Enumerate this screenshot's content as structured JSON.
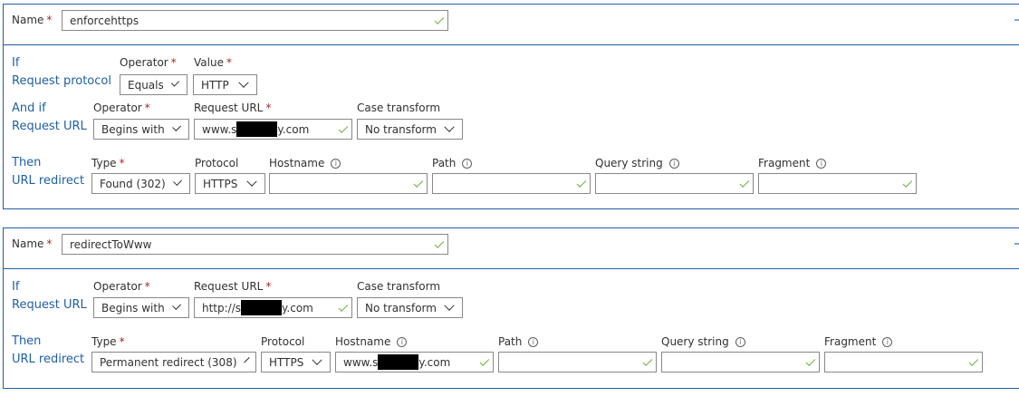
{
  "rules": [
    {
      "name_label": "Name",
      "name_value": "enforcehttps",
      "if": {
        "title": "If",
        "subtitle": "Request protocol",
        "operator_label": "Operator",
        "operator": "Equals",
        "value_label": "Value",
        "value": "HTTP"
      },
      "and_if": {
        "title": "And if",
        "subtitle": "Request URL",
        "operator_label": "Operator",
        "operator": "Begins with",
        "url_label": "Request URL",
        "url_prefix": "www.s",
        "url_suffix": "y.com",
        "case_label": "Case transform",
        "case": "No transform"
      },
      "then": {
        "title": "Then",
        "subtitle": "URL redirect",
        "type_label": "Type",
        "type": "Found (302)",
        "protocol_label": "Protocol",
        "protocol": "HTTPS",
        "hostname_label": "Hostname",
        "path_label": "Path",
        "query_label": "Query string",
        "fragment_label": "Fragment"
      }
    },
    {
      "name_label": "Name",
      "name_value": "redirectToWww",
      "if": {
        "title": "If",
        "subtitle": "Request URL",
        "operator_label": "Operator",
        "operator": "Begins with",
        "url_label": "Request URL",
        "url_prefix": "http://s",
        "url_suffix": "y.com",
        "case_label": "Case transform",
        "case": "No transform"
      },
      "then": {
        "title": "Then",
        "subtitle": "URL redirect",
        "type_label": "Type",
        "type": "Permanent redirect (308)",
        "protocol_label": "Protocol",
        "protocol": "HTTPS",
        "hostname_label": "Hostname",
        "hostname_prefix": "www.s",
        "hostname_suffix": "y.com",
        "path_label": "Path",
        "query_label": "Query string",
        "fragment_label": "Fragment"
      }
    }
  ],
  "icons": {
    "info": "i",
    "required": "*"
  }
}
